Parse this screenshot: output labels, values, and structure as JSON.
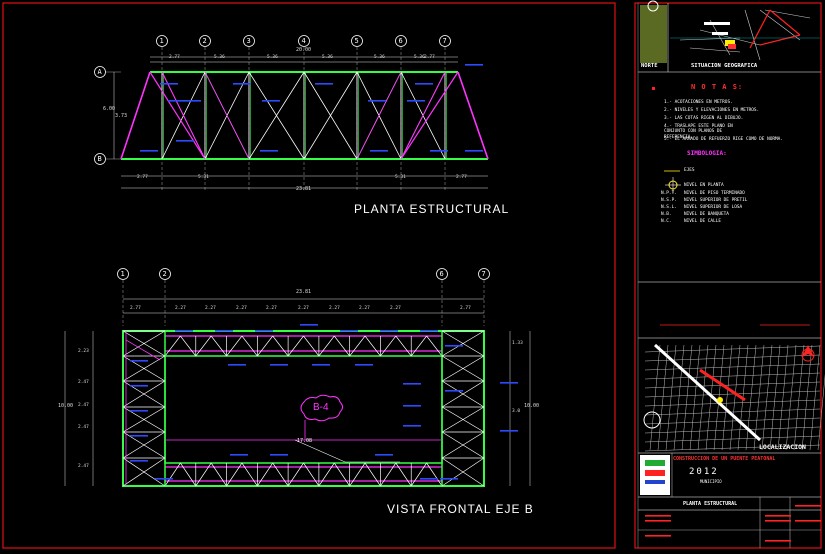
{
  "colors": {
    "frame": "#e01010",
    "truss_green": "#33ff44",
    "diag_magenta": "#ff33ff",
    "member_white": "#ffffff",
    "dim_white": "#dddddd",
    "label_blue": "#2c4bff",
    "map_red": "#ff2222",
    "cyan_dim": "#00cccc"
  },
  "plan_view": {
    "title": "PLANTA ESTRUCTURAL",
    "axes": [
      "1",
      "2",
      "3",
      "4",
      "5",
      "6",
      "7"
    ],
    "row_axes": [
      "A",
      "B"
    ],
    "top_dims": [
      "2.77",
      "5.36",
      "5.36",
      "5.36",
      "5.36",
      "5.36",
      "2.77"
    ],
    "top_total": "20.00",
    "bottom_dims": [
      "2.77",
      "5.31",
      "5.31",
      "2.77"
    ],
    "bottom_total": "23.81",
    "height_dims": [
      "6.00",
      "3.73"
    ]
  },
  "front_view": {
    "title": "VISTA FRONTAL EJE B",
    "axes": [
      "1",
      "2",
      "6",
      "7"
    ],
    "total_dim": "23.81",
    "top_dims": [
      "2.77",
      "2.27",
      "2.27",
      "2.27",
      "2.27",
      "2.27",
      "2.27",
      "2.27",
      "2.27",
      "2.77"
    ],
    "left_dims": [
      "2.23",
      "2.47",
      "2.47",
      "2.47",
      "2.47"
    ],
    "left_total": "10.00",
    "right_dims": [
      "1.33",
      "3.0"
    ],
    "right_total": "10.00",
    "tag": "B-4",
    "mid_dim": "17.08"
  },
  "location_map": {
    "north": "NORTE",
    "title": "SITUACION GEOGRAFICA"
  },
  "notes": {
    "heading": "N O T A S:",
    "items": [
      "1.- ACOTACIONES EN METROS.",
      "2.- NIVELES Y ELEVACIONES EN METROS.",
      "3.- LAS COTAS RIGEN AL DIBUJO.",
      "4.- TRASLAPE ESTE PLANO EN CONJUNTO CON PLANOS DE REFERENCIA.",
      "5.- EL ARMADO DE REFUERZO     RIGE COMO DE NORMA."
    ],
    "symbology_heading": "SIMBOLOGIA:",
    "symbols": [
      {
        "code": "",
        "desc": "EJES"
      },
      {
        "code": "",
        "desc": "NIVEL EN PLANTA"
      },
      {
        "code": "N.P.T.",
        "desc": "NIVEL DE PISO TERMINADO"
      },
      {
        "code": "N.S.P.",
        "desc": "NIVEL SUPERIOR DE PRETIL"
      },
      {
        "code": "N.S.L.",
        "desc": "NIVEL SUPERIOR DE LOSA"
      },
      {
        "code": "N.B.",
        "desc": "NIVEL DE BANQUETA"
      },
      {
        "code": "N.C.",
        "desc": "NIVEL DE CALLE"
      }
    ]
  },
  "localization": {
    "title": "LOCALIZACION"
  },
  "title_block": {
    "project_line": "CONSTRUCCION DE UN PUENTE PEATONAL",
    "code": "2012",
    "sub": "MUNICIPIO",
    "sheet_name": "PLANTA ESTRUCTURAL"
  }
}
